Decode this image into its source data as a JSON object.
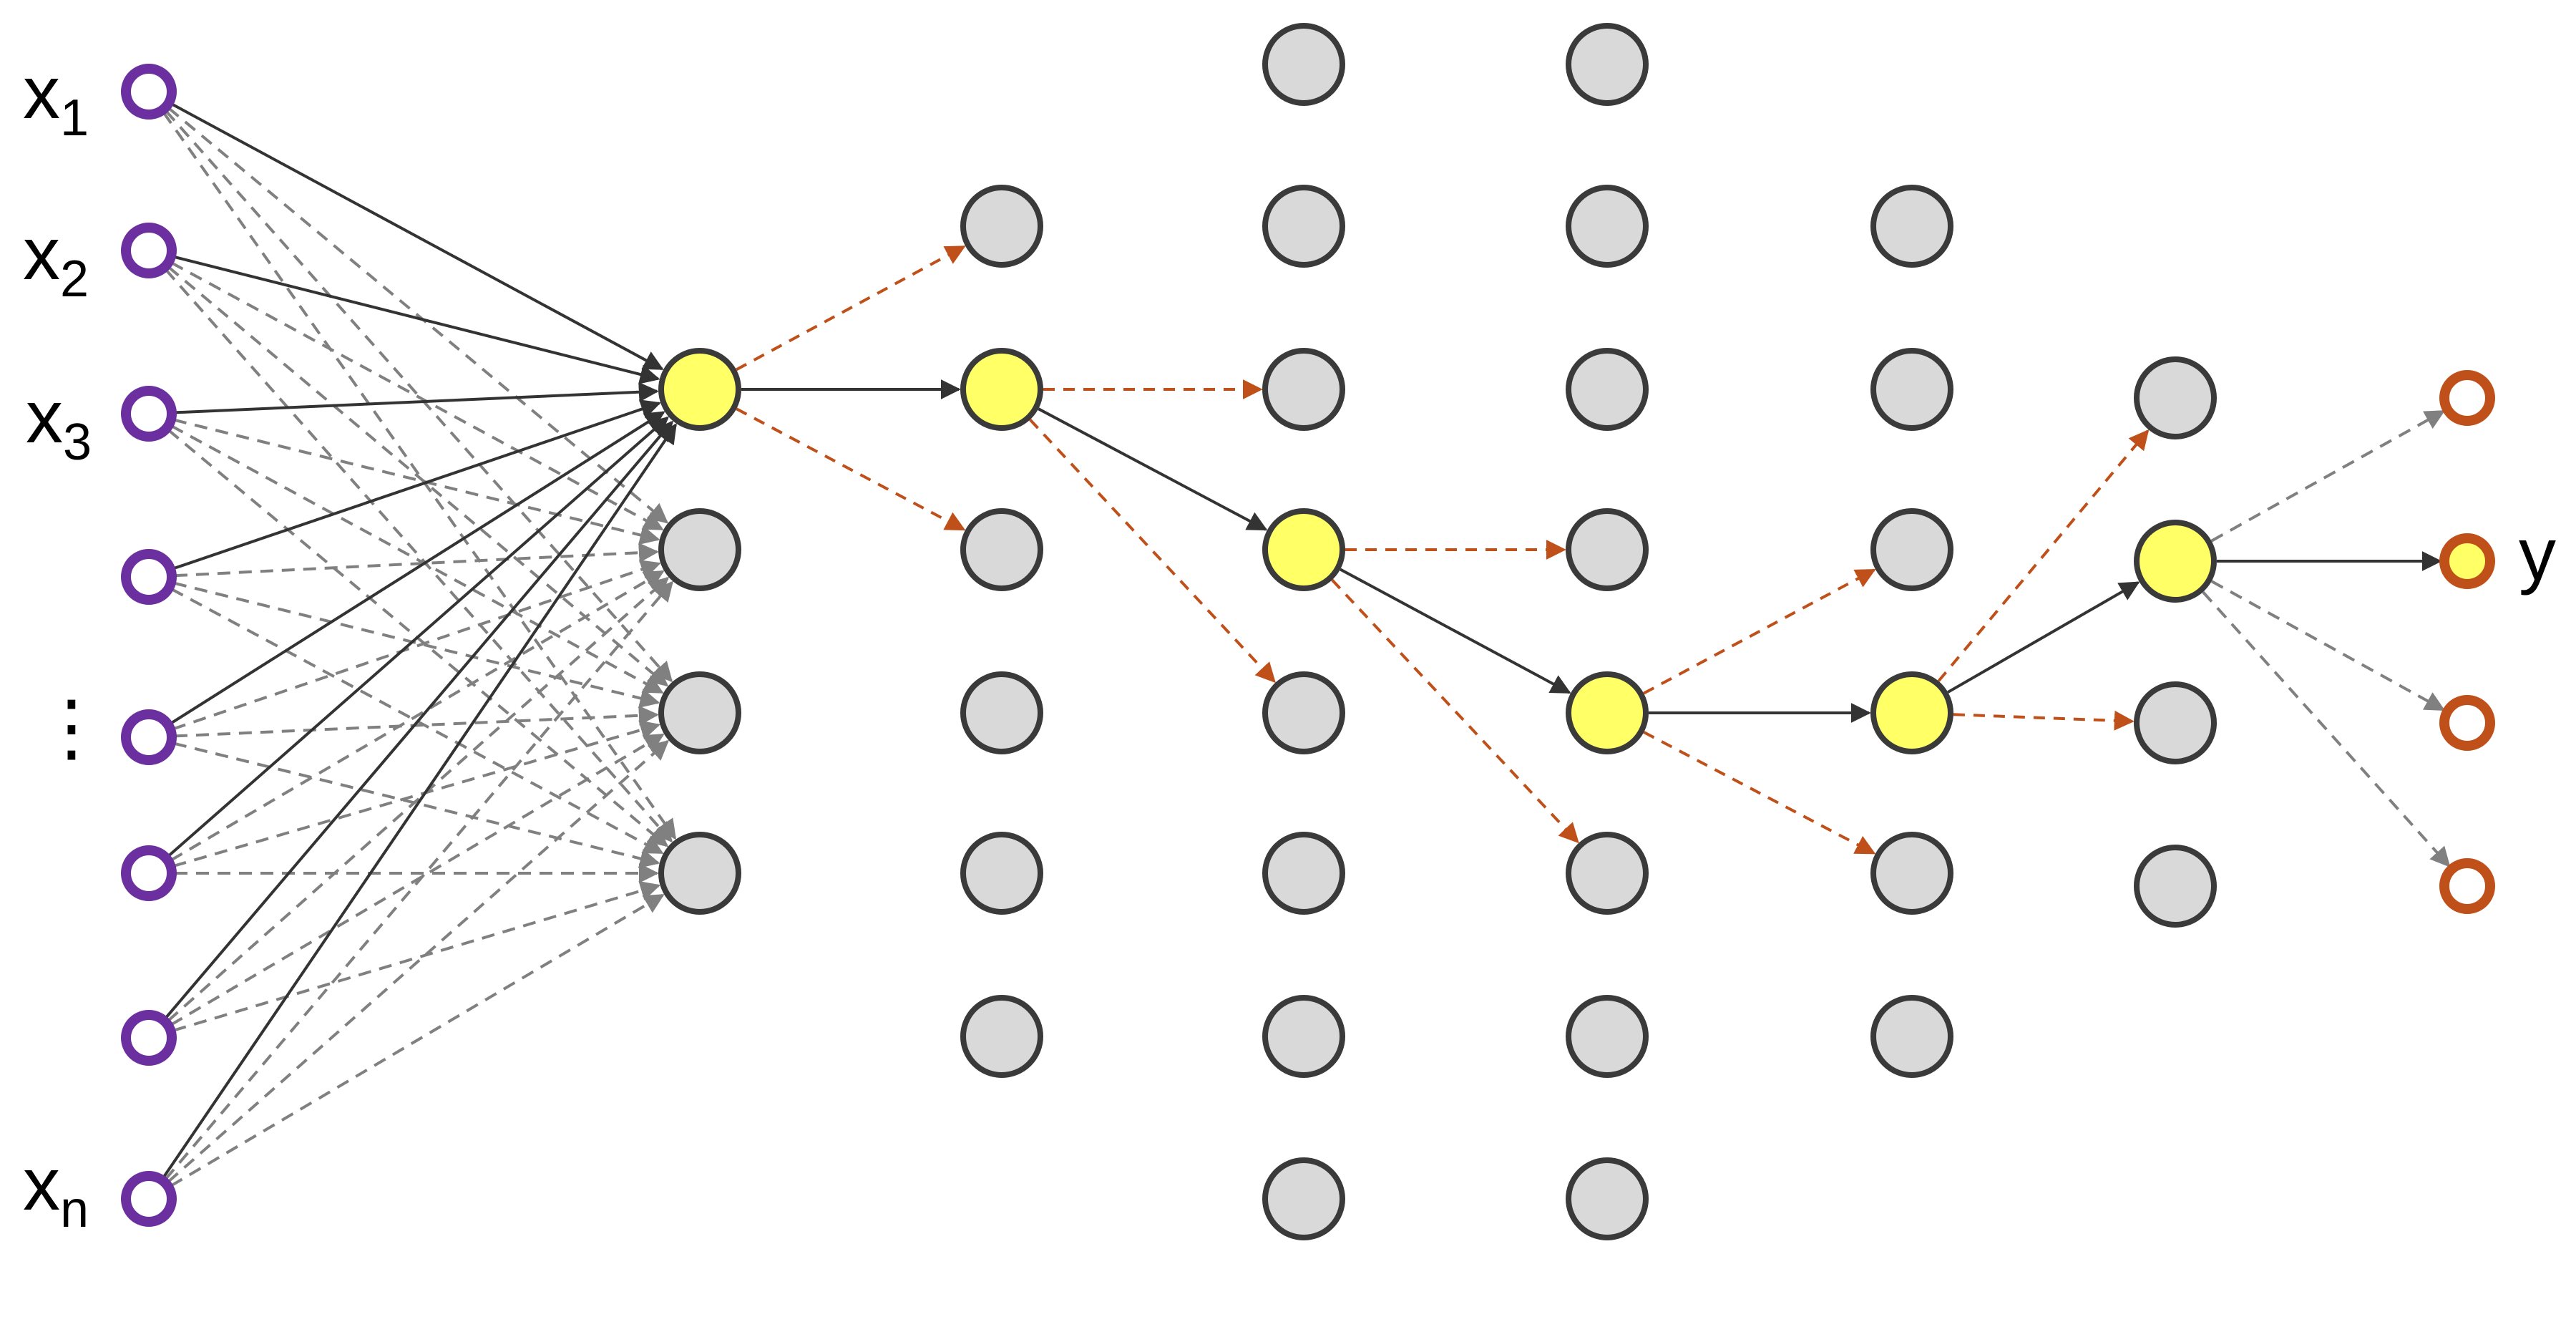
{
  "labels": {
    "inputs": [
      {
        "base": "x",
        "sub": "1"
      },
      {
        "base": "x",
        "sub": "2"
      },
      {
        "base": "x",
        "sub": "3"
      },
      {
        "base": "",
        "sub": ""
      },
      {
        "base": "⋮",
        "sub": ""
      },
      {
        "base": "",
        "sub": ""
      },
      {
        "base": "",
        "sub": ""
      },
      {
        "base": "x",
        "sub": "n"
      }
    ],
    "output": "y"
  },
  "colors": {
    "input_ring": "#6b2fa0",
    "output_ring": "#c0501a",
    "active_fill": "#ffff66",
    "inactive_fill": "#d9d9d9",
    "node_stroke": "#3a3a3a",
    "solid_edge": "#333333",
    "dashed_gray": "#808080",
    "dashed_orange": "#c0501a"
  },
  "network": {
    "layers": [
      {
        "type": "input",
        "count": 8
      },
      {
        "type": "hidden",
        "count": 4,
        "active": 0
      },
      {
        "type": "hidden",
        "count": 6,
        "active": 1
      },
      {
        "type": "hidden",
        "count": 8,
        "active": 3
      },
      {
        "type": "hidden",
        "count": 8,
        "active": 4
      },
      {
        "type": "hidden",
        "count": 6,
        "active": 3
      },
      {
        "type": "hidden",
        "count": 4,
        "active": 1
      },
      {
        "type": "output",
        "count": 4,
        "active": 1
      }
    ]
  }
}
